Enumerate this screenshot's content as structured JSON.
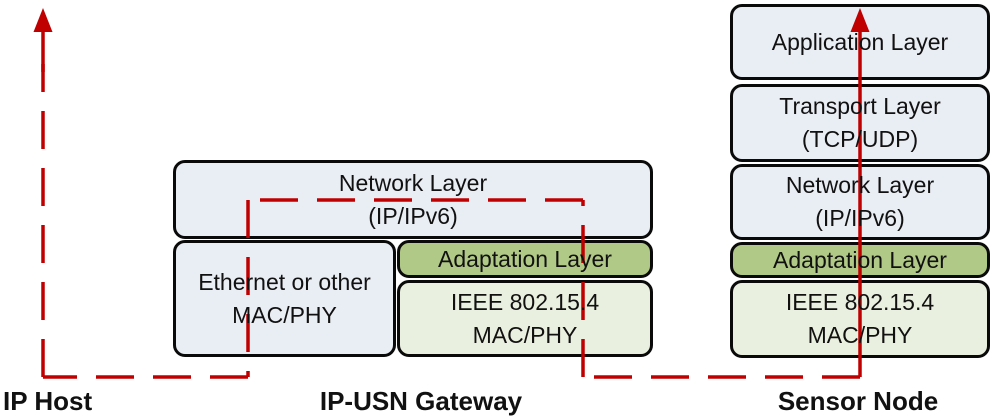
{
  "colors": {
    "red": "#c00000",
    "box_gray": "#e9edf4",
    "box_green": "#b1c986",
    "box_pale_green": "#eaf0df",
    "border": "#0a0a0a",
    "text": "#111111"
  },
  "nodes": {
    "ip_host": {
      "label": "IP Host"
    },
    "gateway": {
      "label": "IP-USN Gateway",
      "layers": {
        "network": {
          "line1": "Network Layer",
          "line2": "(IP/IPv6)"
        },
        "mac": {
          "line1": "Ethernet or other",
          "line2": "MAC/PHY"
        },
        "adaptation": {
          "line1": "Adaptation Layer"
        },
        "ieee": {
          "line1": "IEEE 802.15.4",
          "line2": "MAC/PHY"
        }
      }
    },
    "sensor": {
      "label": "Sensor Node",
      "layers": {
        "application": {
          "line1": "Application Layer"
        },
        "transport": {
          "line1": "Transport Layer",
          "line2": "(TCP/UDP)"
        },
        "network": {
          "line1": "Network Layer",
          "line2": "(IP/IPv6)"
        },
        "adaptation": {
          "line1": "Adaptation Layer"
        },
        "ieee": {
          "line1": "IEEE 802.15.4",
          "line2": "MAC/PHY"
        }
      }
    }
  }
}
